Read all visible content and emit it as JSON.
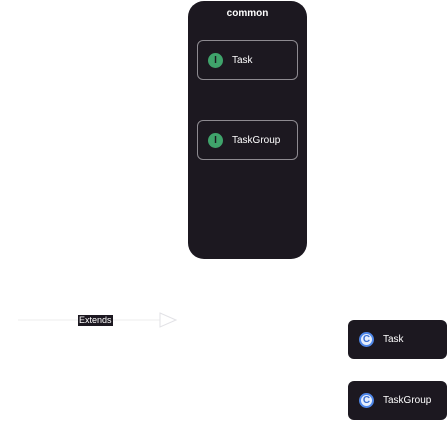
{
  "diagram": {
    "group": {
      "title": "common",
      "nodes": [
        {
          "badge": "I",
          "label": "Task"
        },
        {
          "badge": "I",
          "label": "TaskGroup"
        }
      ]
    },
    "outer_nodes": [
      {
        "badge": "C",
        "label": "Task"
      },
      {
        "badge": "C",
        "label": "TaskGroup"
      }
    ],
    "edge": {
      "label": "Extends"
    }
  },
  "colors": {
    "node_bg": "#1c1820",
    "interface_badge": "#3fa36b",
    "class_badge": "#4e86e8",
    "edge": "#e8e8ea"
  }
}
